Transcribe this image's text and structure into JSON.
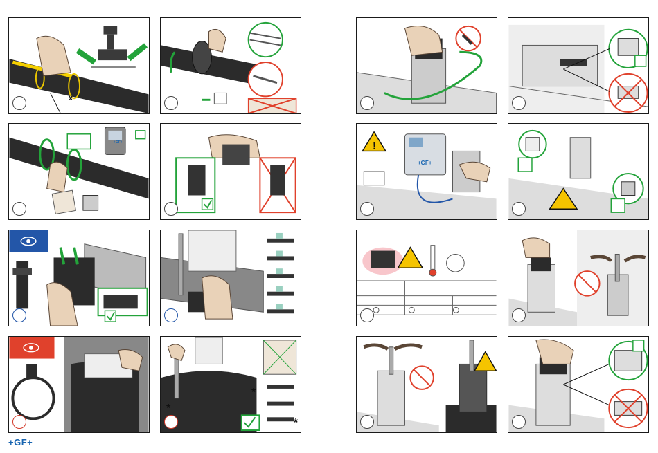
{
  "brand": {
    "logo": "+GF+"
  },
  "step1": {
    "dimension_label": "x"
  },
  "step3": {
    "screen_brand": "+GF+"
  },
  "step14": {
    "device_brand": "+GF+"
  },
  "step7": {
    "marker": "*"
  },
  "step7b": {
    "marker": "*"
  },
  "step7c": {
    "marker": "*"
  },
  "colors": {
    "green": "#23a33a",
    "blue": "#2356a8",
    "red": "#e0412c",
    "black": "#222222",
    "yellow": "#f5c400"
  },
  "icons": [
    "eye-icon",
    "warning-icon",
    "no-drill-icon",
    "check-icon",
    "cross-icon",
    "book-icon",
    "thermometer-icon",
    "clock-icon"
  ]
}
